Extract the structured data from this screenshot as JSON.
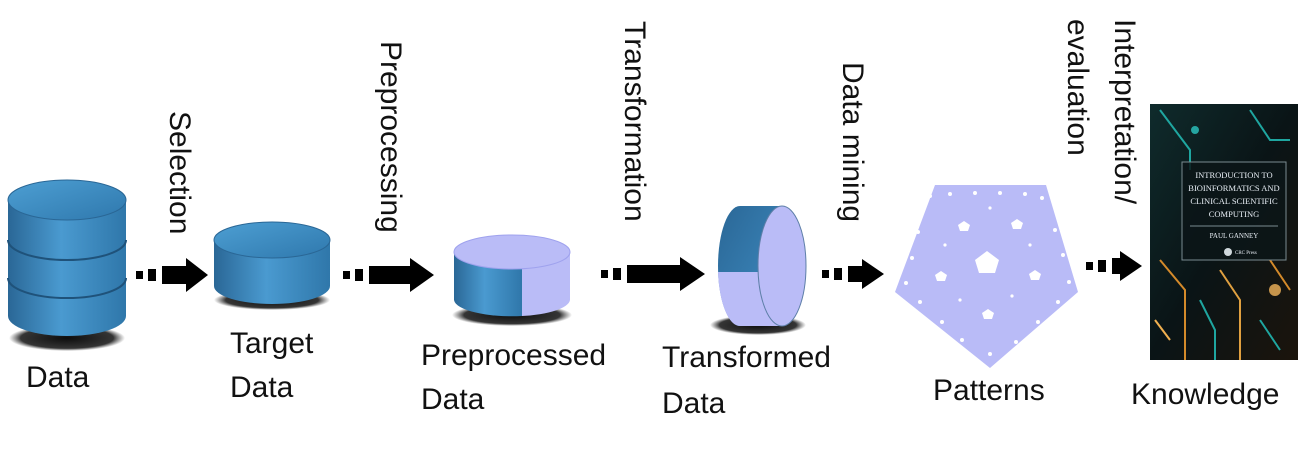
{
  "stages": {
    "data": "Data",
    "target_1": "Target",
    "target_2": "Data",
    "preprocessed_1": "Preprocessed",
    "preprocessed_2": "Data",
    "transformed_1": "Transformed",
    "transformed_2": "Data",
    "patterns": "Patterns",
    "knowledge": "Knowledge"
  },
  "steps": {
    "selection": "Selection",
    "preprocessing": "Preprocessing",
    "transformation": "Transformation",
    "data_mining": "Data mining",
    "interpretation_1": "Interpretation/",
    "interpretation_2": "evaluation"
  },
  "book": {
    "title_1": "INTRODUCTION TO",
    "title_2": "BIOINFORMATICS AND",
    "title_3": "CLINICAL SCIENTIFIC",
    "title_4": "COMPUTING",
    "author": "PAUL GANNEY",
    "publisher": "CRC Press"
  },
  "colors": {
    "cylinder": "#3a86bd",
    "lavender": "#b9bbf7",
    "arrow": "#000000",
    "book_bg": "#0b1a1c"
  }
}
